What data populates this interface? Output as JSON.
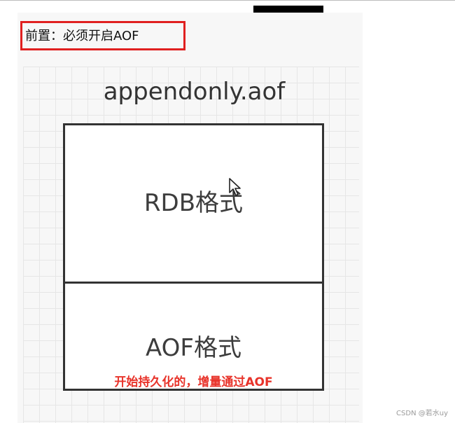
{
  "prerequisite_note": "前置：必须开启AOF",
  "file_name": "appendonly.aof",
  "sections": {
    "rdb": "RDB格式",
    "aof": "AOF格式"
  },
  "aof_note": "开始持久化的，增量通过AOF",
  "watermark": "CSDN @若水uy",
  "colors": {
    "highlight_border": "#e02020",
    "note_text": "#e8332a",
    "box_stroke": "#333333"
  },
  "icons": {
    "cursor": "mouse-pointer-icon"
  }
}
